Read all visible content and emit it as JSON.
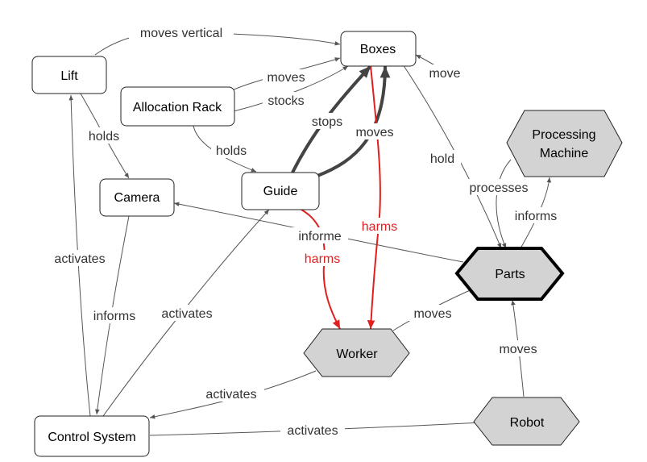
{
  "colors": {
    "edge_default": "#555555",
    "edge_strong": "#444444",
    "edge_harm": "#e02020",
    "hexagon_fill": "#d3d3d3",
    "rect_fill": "#ffffff",
    "stroke": "#222222"
  },
  "nodes": {
    "lift": "Lift",
    "boxes": "Boxes",
    "allocation_rack": "Allocation Rack",
    "camera": "Camera",
    "guide": "Guide",
    "processing_machine_line1": "Processing",
    "processing_machine_line2": "Machine",
    "parts": "Parts",
    "worker": "Worker",
    "robot": "Robot",
    "control_system": "Control System"
  },
  "edges": {
    "lift_boxes": "moves vertical",
    "rack_boxes_moves": "moves",
    "rack_boxes_stocks": "stocks",
    "parts_boxes_move": "move",
    "guide_boxes_stops": "stops",
    "guide_boxes_moves": "moves",
    "boxes_parts_hold": "hold",
    "lift_camera_holds": "holds",
    "rack_guide_holds": "holds",
    "machine_parts_processes": "processes",
    "parts_machine_informs": "informs",
    "parts_camera_informe": "informe",
    "boxes_worker_harms": "harms",
    "guide_worker_harms": "harms",
    "control_lift_activates": "activates",
    "camera_control_informs": "informs",
    "control_guide_activates": "activates",
    "worker_parts_moves": "moves",
    "robot_parts_moves": "moves",
    "worker_control_activates": "activates",
    "control_robot_activates": "activates"
  }
}
